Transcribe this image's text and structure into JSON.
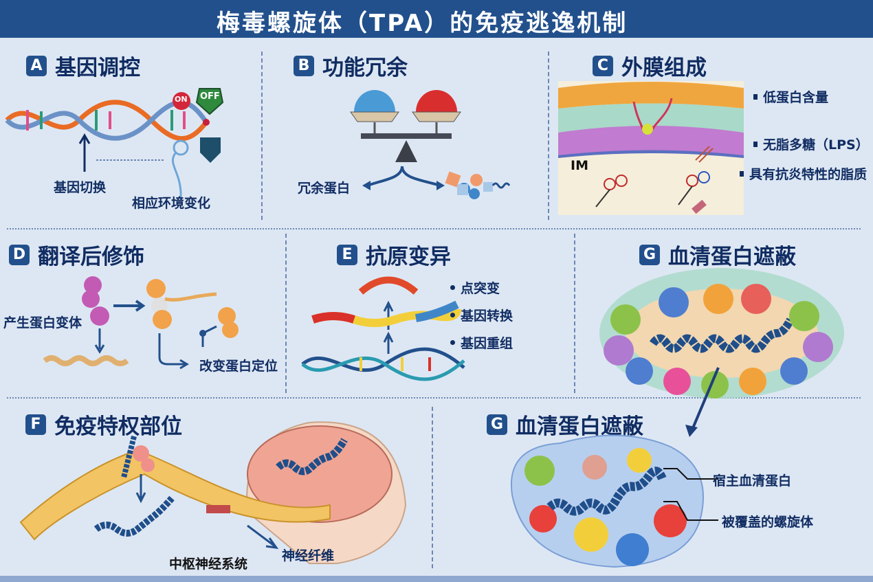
{
  "header": {
    "title": "梅毒螺旋体（TPA）的免疫逃逸机制"
  },
  "panels": {
    "A": {
      "letter": "A",
      "title": "基因调控",
      "labels": {
        "switch": "基因切换",
        "env": "相应环境变化",
        "on": "ON",
        "off": "OFF"
      }
    },
    "B": {
      "letter": "B",
      "title": "功能冗余",
      "labels": {
        "redundant": "冗余蛋白"
      }
    },
    "C": {
      "letter": "C",
      "title": "外膜组成",
      "labels": {
        "im": "IM"
      },
      "bullets": [
        "低蛋白含量",
        "无脂多糖（LPS）",
        "具有抗炎特性的脂质"
      ]
    },
    "D": {
      "letter": "D",
      "title": "翻译后修饰",
      "labels": {
        "variant": "产生蛋白变体",
        "location": "改变蛋白定位"
      }
    },
    "E": {
      "letter": "E",
      "title": "抗原变异",
      "bullets": [
        "点突变",
        "基因转换",
        "基因重组"
      ]
    },
    "G1": {
      "letter": "G",
      "title": "血清蛋白遮蔽"
    },
    "F": {
      "letter": "F",
      "title": "免疫特权部位",
      "labels": {
        "cns": "中枢神经系统",
        "nerve": "神经纤维"
      }
    },
    "G2": {
      "letter": "G",
      "title": "血清蛋白遮蔽",
      "labels": {
        "host": "宿主血清蛋白",
        "covered": "被覆盖的螺旋体"
      }
    }
  },
  "colors": {
    "header": "#22508c",
    "background": "#dde7f3",
    "title_text": "#102c62"
  }
}
